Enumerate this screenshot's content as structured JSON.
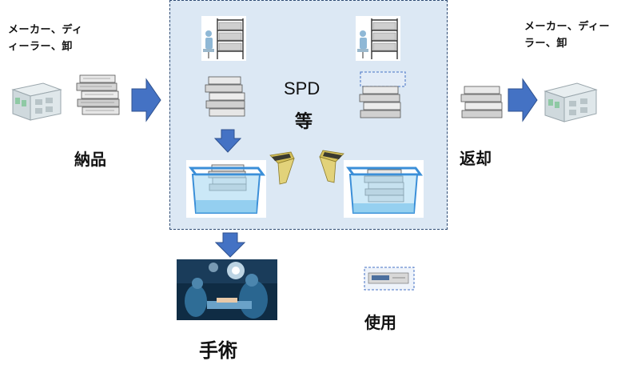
{
  "labels": {
    "supplier_left_line1": "メーカー、ディ",
    "supplier_left_line2": "ィーラー、卸",
    "supplier_right_line1": "メーカー、ディー",
    "supplier_right_line2": "ラー、卸",
    "delivery": "納品",
    "return": "返却",
    "spd_line1": "SPD",
    "spd_line2": "等",
    "surgery": "手術",
    "use": "使用"
  },
  "colors": {
    "arrow": "#4472c4",
    "spd_fill": "#dce8f4",
    "spd_border": "#2e4a72",
    "bin_blue": "#3b8fd8",
    "scanner_gold": "#d4c05a"
  }
}
